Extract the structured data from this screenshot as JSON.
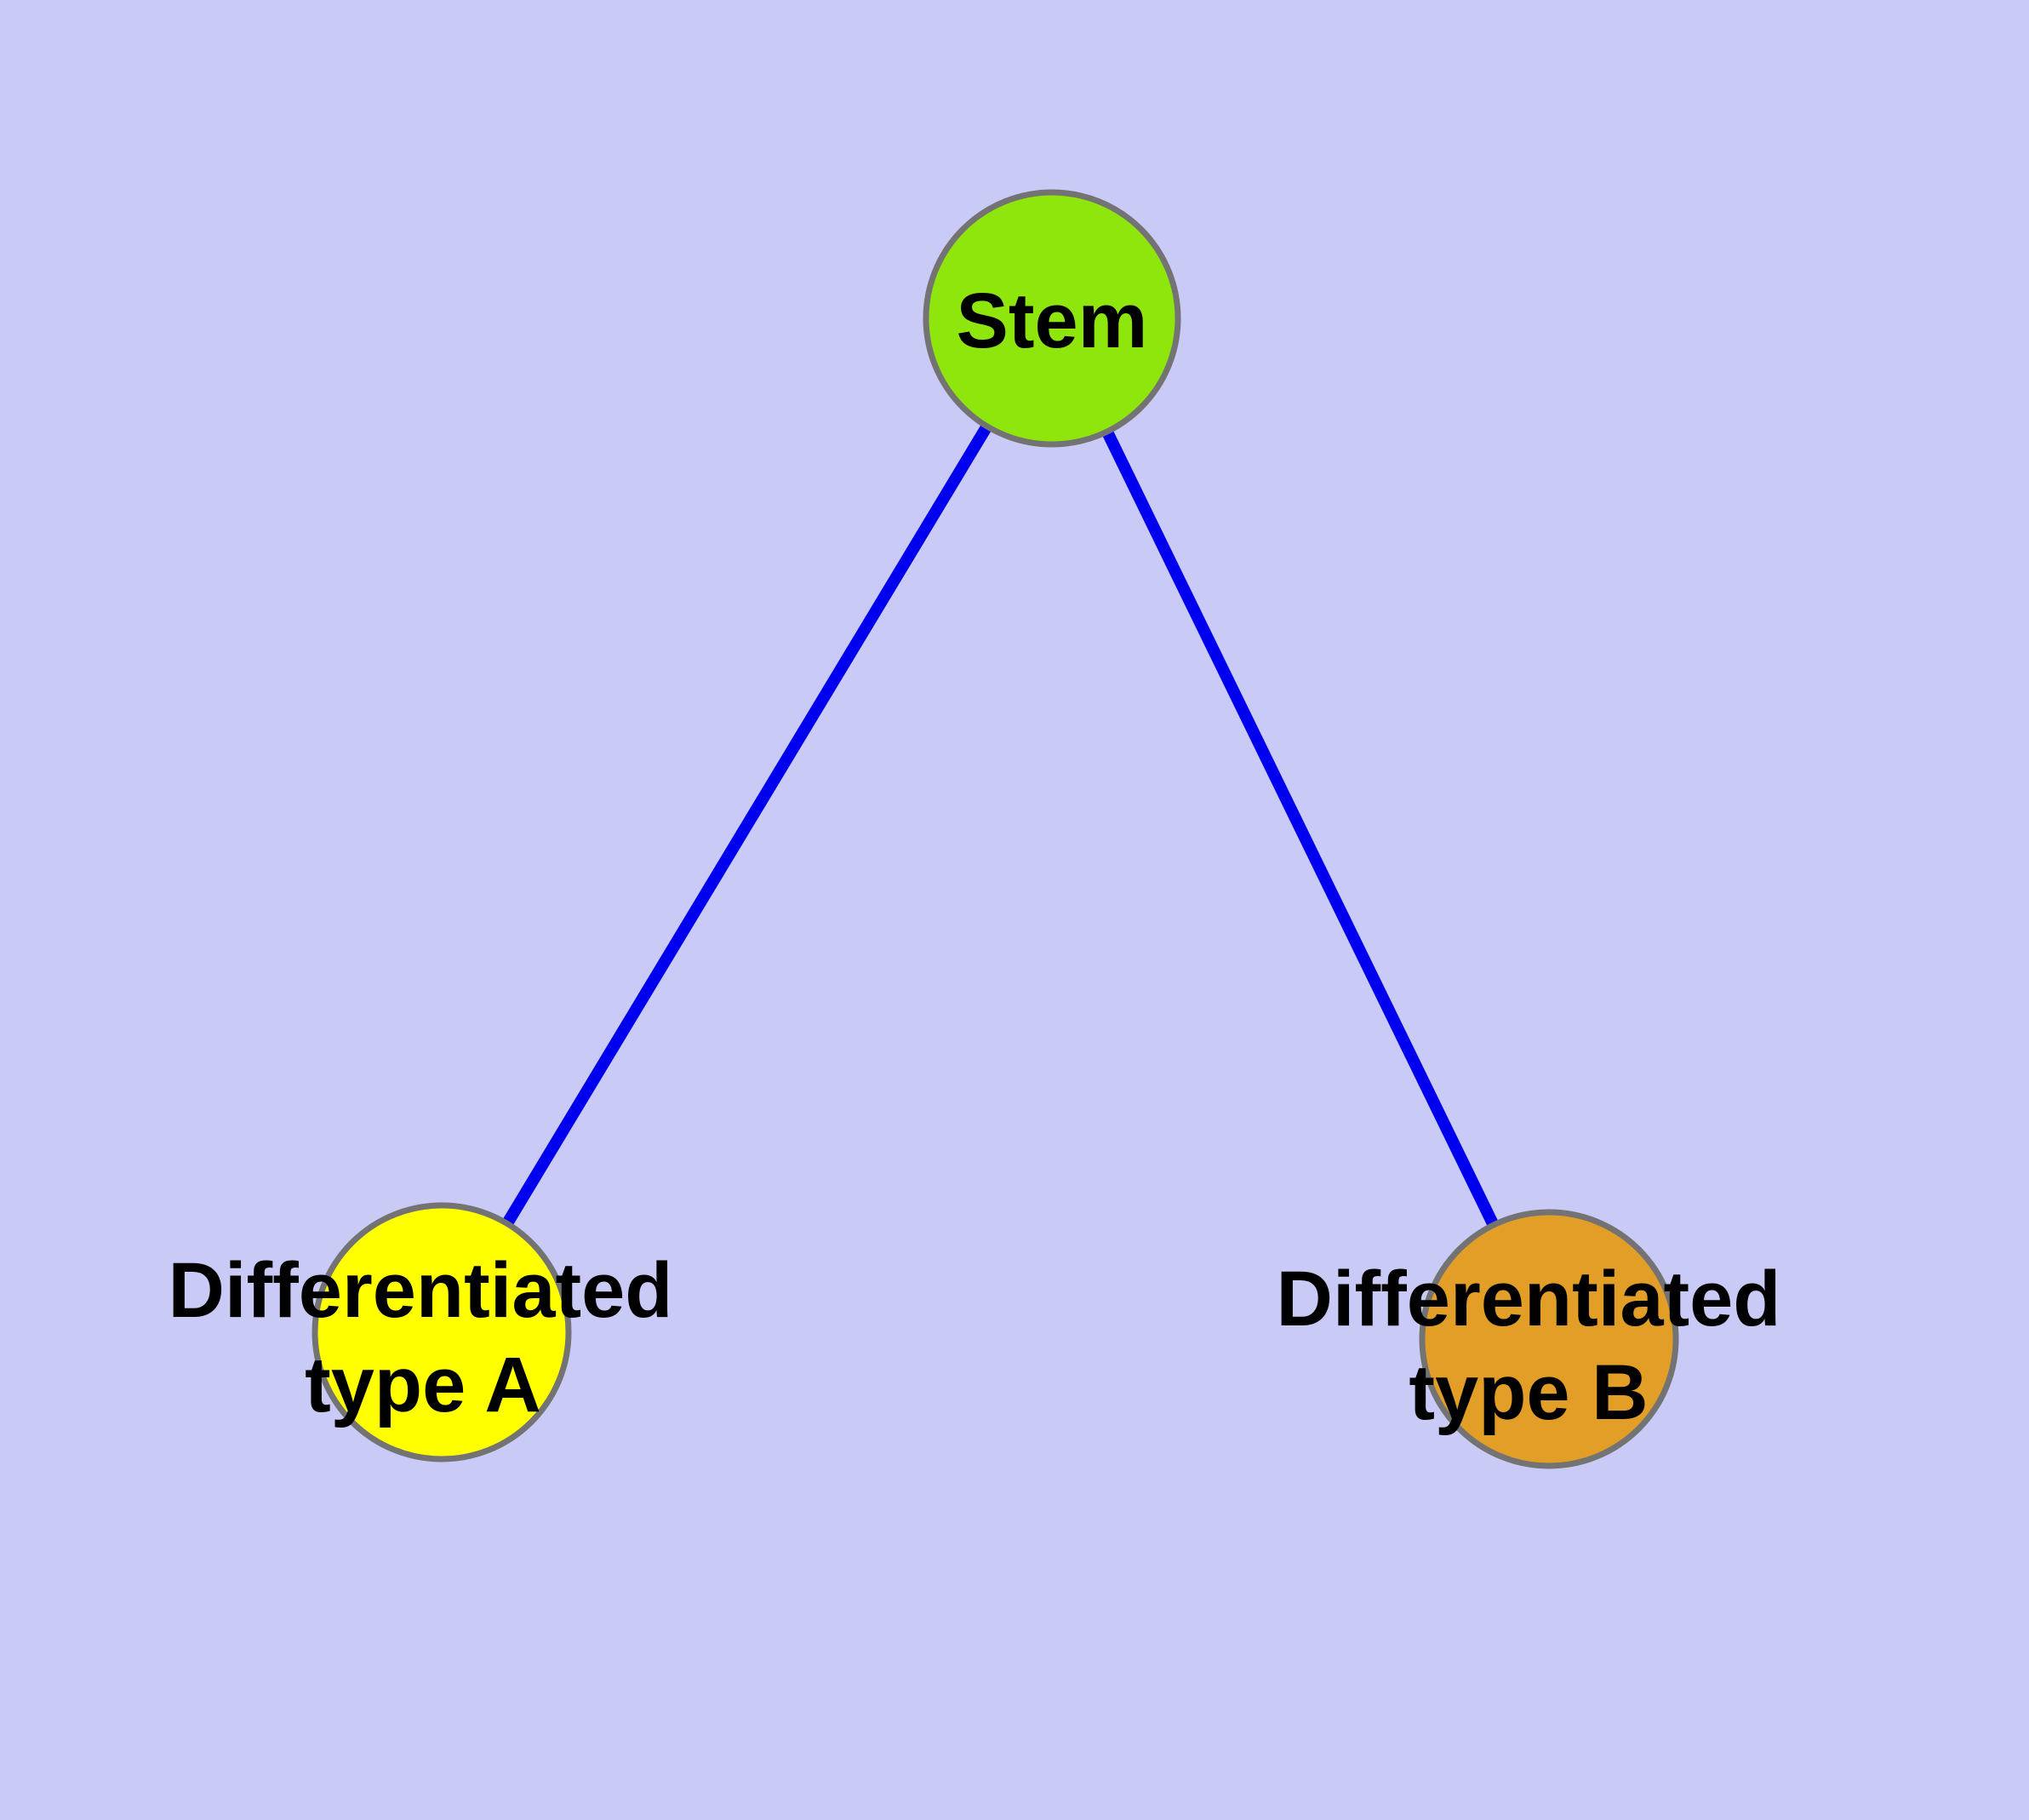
{
  "style": {
    "background_color": "#CACAF6",
    "edge_color": "#0000EE",
    "node_border_color": "#737373",
    "label_color": "#000000"
  },
  "graph": {
    "nodes": [
      {
        "id": "stem",
        "label": "Stem",
        "fill": "#8FE60D"
      },
      {
        "id": "differentiated-type-a",
        "label_line1": "Differentiated",
        "label_line2": "type A",
        "fill": "#FFFF00"
      },
      {
        "id": "differentiated-type-b",
        "label_line1": "Differentiated",
        "label_line2": "type B",
        "fill": "#E29E26"
      }
    ],
    "edges": [
      {
        "from": "Stem",
        "to": "Differentiated type A"
      },
      {
        "from": "Stem",
        "to": "Differentiated type B"
      }
    ]
  }
}
